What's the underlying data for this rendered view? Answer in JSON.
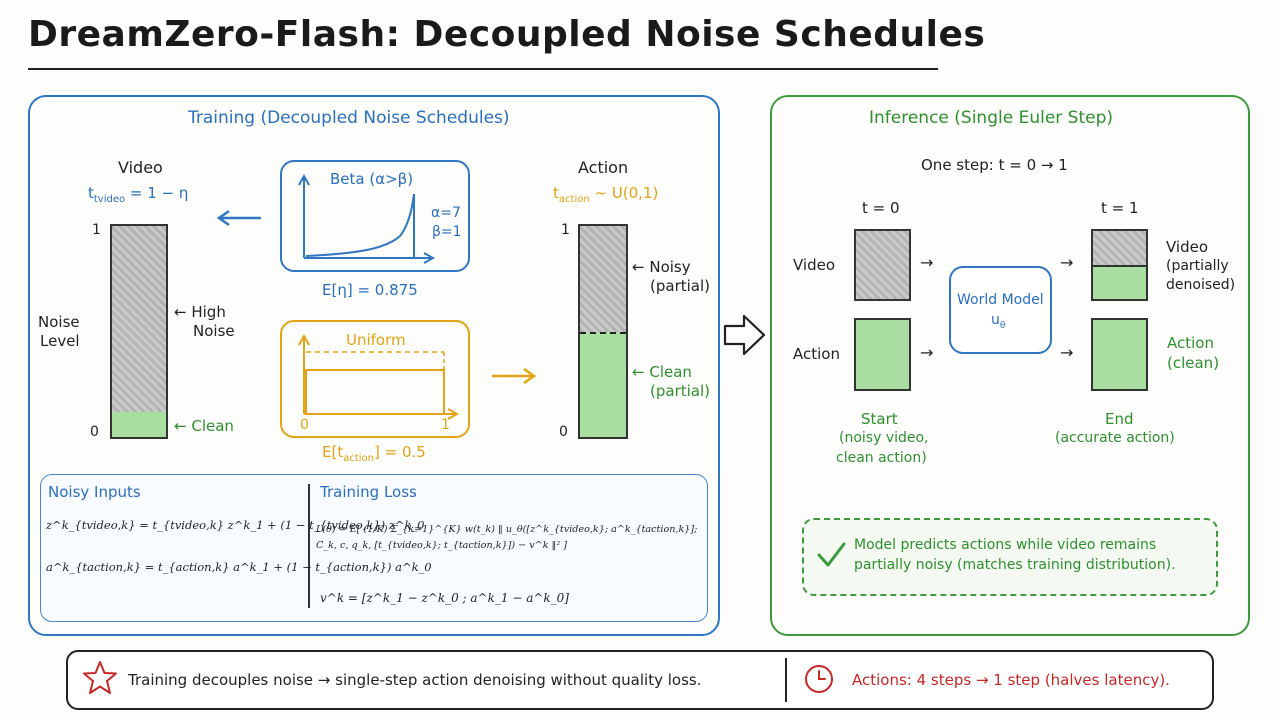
{
  "title": "DreamZero-Flash: Decoupled Noise Schedules",
  "training": {
    "heading": "Training (Decoupled Noise Schedules)",
    "video": {
      "label": "Video",
      "formula": "t",
      "formula_sub": "tvideo",
      "formula_rest": " = 1 − η",
      "axis_top": "1",
      "axis_bottom": "0",
      "y_axis_label_1": "Noise",
      "y_axis_label_2": "Level",
      "high_noise_1": "High",
      "high_noise_2": "Noise",
      "clean_label": "Clean",
      "clean_fraction": 0.12
    },
    "beta": {
      "title": "Beta (α>β)",
      "alpha": "α=7",
      "beta": "β=1",
      "expectation": "E[η] = 0.875"
    },
    "uniform": {
      "title": "Uniform",
      "tick_0": "0",
      "tick_1": "1",
      "expectation": "E[t",
      "expectation_sub": "action",
      "expectation_rest": "] = 0.5"
    },
    "action": {
      "label": "Action",
      "formula": "t",
      "formula_sub": "action",
      "formula_rest": " ~ U(0,1)",
      "axis_top": "1",
      "axis_bottom": "0",
      "noisy_1": "Noisy",
      "noisy_2": "(partial)",
      "clean_1": "Clean",
      "clean_2": "(partial)",
      "clean_fraction": 0.5
    },
    "noisy_inputs": {
      "heading": "Noisy Inputs",
      "eq1": "z^k_{tvideo,k} = t_{tvideo,k} z^k_1 + (1 − t_{tvideo,k}) z^k_0",
      "eq2": "a^k_{taction,k} = t_{action,k} a^k_1 + (1 − t_{action,k}) a^k_0"
    },
    "training_loss": {
      "heading": "Training Loss",
      "eq1": "L(θ) = E[ (1/K) Σ_{k=1}^{K} w(t_k) ‖ u_θ([z^k_{tvideo,k}; a^k_{taction,k}]; C_k, c, q_k, [t_{tvideo,k}; t_{taction,k}]) − v^k ‖² ]",
      "eq2": "v^k = [z^k_1 − z^k_0 ; a^k_1 − a^k_0]"
    }
  },
  "inference": {
    "heading": "Inference (Single Euler Step)",
    "one_step": "One step: t = 0 → 1",
    "t0": "t = 0",
    "t1": "t = 1",
    "row_video": "Video",
    "row_action": "Action",
    "model_1": "World Model",
    "model_2": "u",
    "model_2_sub": "θ",
    "out_video_1": "Video",
    "out_video_2": "(partially",
    "out_video_3": "denoised)",
    "out_action_1": "Action",
    "out_action_2": "(clean)",
    "start_1": "Start",
    "start_2": "(noisy video,",
    "start_3": "clean action)",
    "end_1": "End",
    "end_2": "(accurate action)",
    "note_1": "Model predicts actions while video remains",
    "note_2": "partially noisy (matches training distribution)."
  },
  "footer": {
    "left": "Training decouples noise → single-step action denoising without quality loss.",
    "right": "Actions: 4 steps → 1 step (halves latency)."
  },
  "colors": {
    "blue": "#2f76c3",
    "green": "#3f9a3f",
    "orange": "#e2a316",
    "red": "#c62828"
  }
}
